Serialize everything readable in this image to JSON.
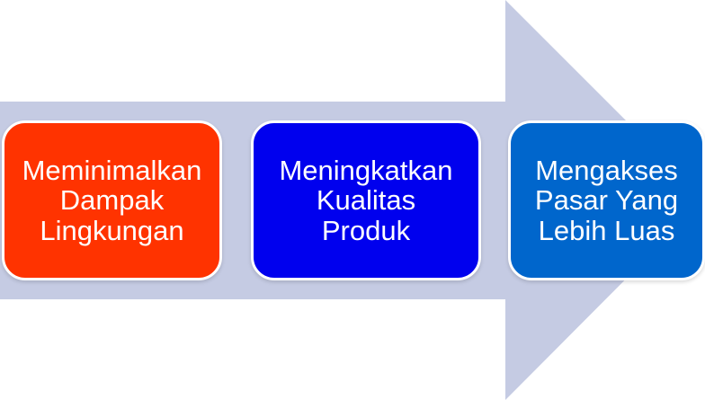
{
  "diagram": {
    "arrow_color": "#c5cbe3",
    "steps": [
      {
        "label": "Meminimalkan\nDampak\nLingkungan",
        "color": "#ff3300"
      },
      {
        "label": "Meningkatkan\nKualitas\nProduk",
        "color": "#0000ee"
      },
      {
        "label": "Mengakses\nPasar Yang\nLebih Luas",
        "color": "#0066cc"
      }
    ]
  }
}
